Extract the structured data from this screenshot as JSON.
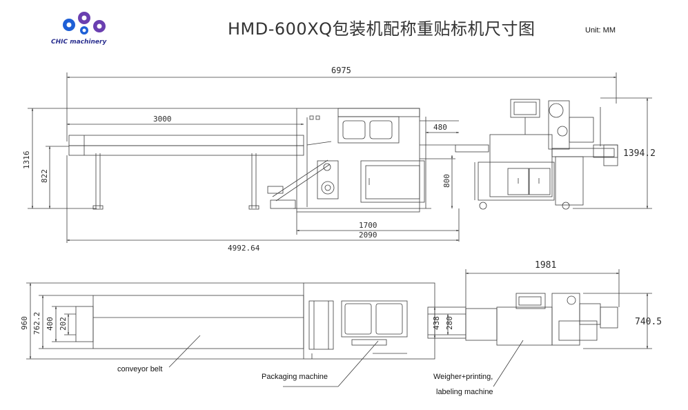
{
  "header": {
    "title": "HMD-600XQ包装机配称重贴标机尺寸图",
    "unit": "Unit: MM",
    "logo_text": "CHIC machinery"
  },
  "side_view": {
    "overall_length": "6975",
    "conveyor_length": "3000",
    "overall_height": "1316",
    "conveyor_height": "822",
    "infeed_width": "480",
    "packer_height": "800",
    "packer_length": "1700",
    "packer_total": "2090",
    "line_length": "4992.64",
    "labeler_height": "1394.2"
  },
  "top_view": {
    "labeler_length": "1981",
    "labeler_width": "740.5",
    "overall_width": "960",
    "belt_width": "762.2",
    "channel_width": "400",
    "bucket_width": "202",
    "infeed_width": "438",
    "outfeed_width": "280"
  },
  "callouts": {
    "conveyor": "conveyor belt",
    "packaging": "Packaging machine",
    "weigher_line1": "Weigher+printing,",
    "weigher_line2": "labeling machine"
  },
  "colors": {
    "line": "#3a3a3a",
    "logo_blue": "#1e5fd6",
    "logo_purple": "#6a3fb0"
  }
}
